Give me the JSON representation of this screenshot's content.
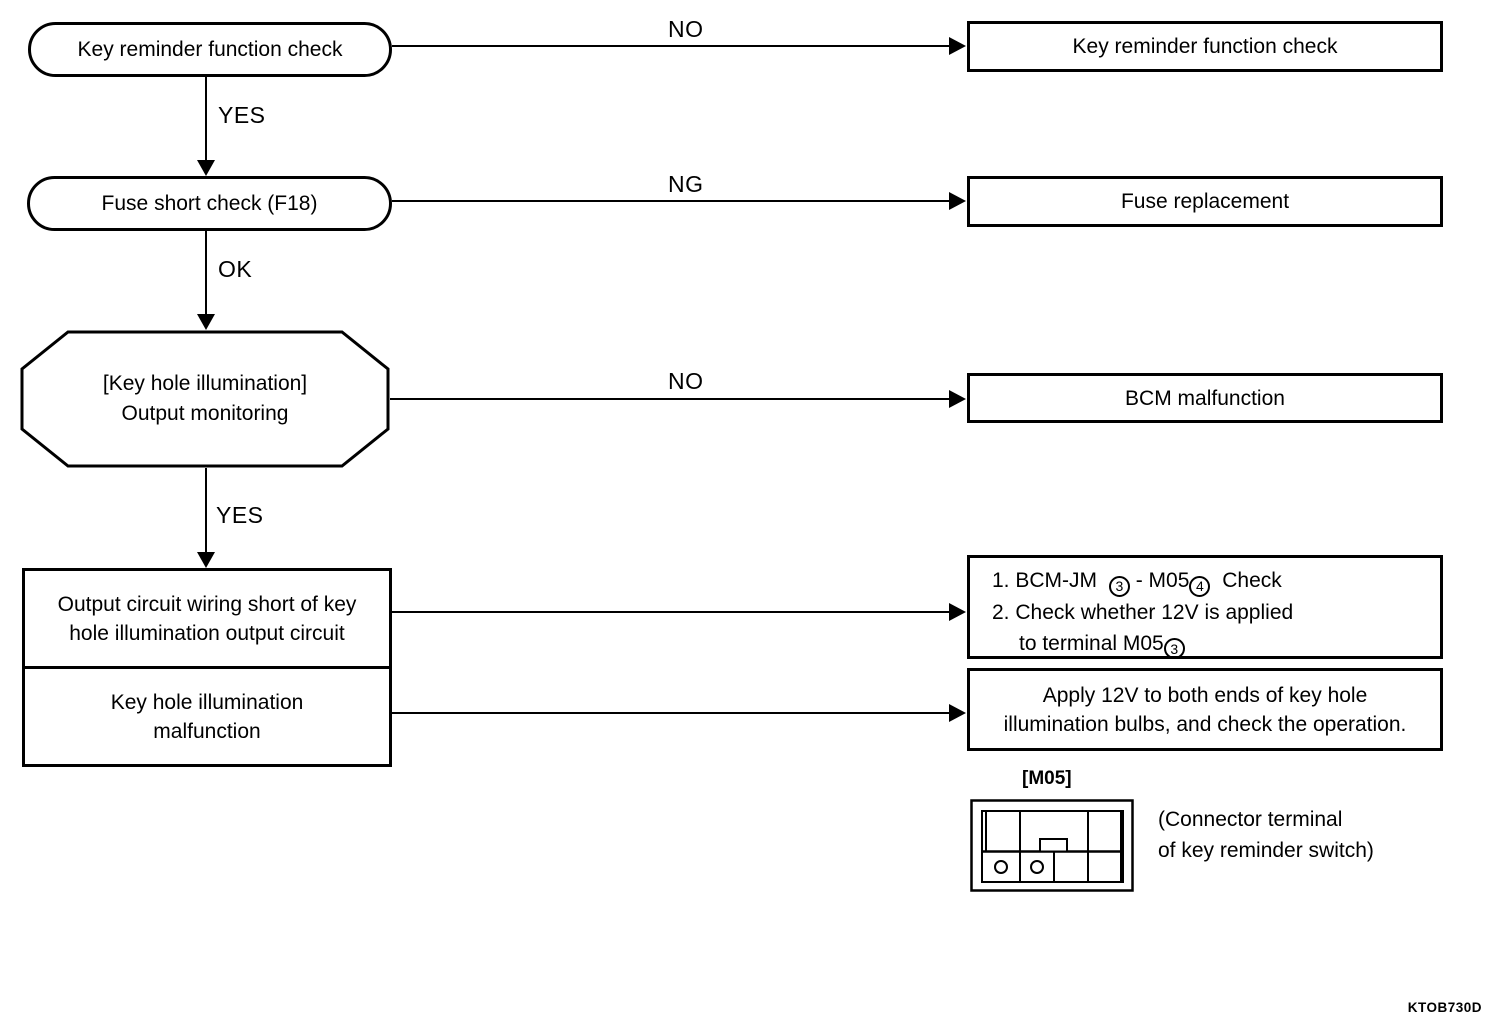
{
  "flowchart": {
    "steps": {
      "key_reminder_check": "Key reminder function check",
      "fuse_short_check": "Fuse short check (F18)",
      "output_monitoring_line1": "[Key hole illumination]",
      "output_monitoring_line2": "Output monitoring",
      "wiring_short_line1": "Output circuit wiring short of key",
      "wiring_short_line2": "hole illumination output circuit",
      "keyhole_malfunction_line1": "Key hole illumination",
      "keyhole_malfunction_line2": "malfunction"
    },
    "branch_labels": {
      "no1": "NO",
      "yes1": "YES",
      "ng": "NG",
      "ok": "OK",
      "no2": "NO",
      "yes2": "YES"
    },
    "actions": {
      "key_reminder_check": "Key reminder function check",
      "fuse_replacement": "Fuse replacement",
      "bcm_malfunction": "BCM malfunction",
      "bcm_check": {
        "line1_pre": "1. BCM-JM",
        "line1_circle1": "3",
        "line1_mid": "- M05",
        "line1_circle2": "4",
        "line1_post": "Check",
        "line2": "2. Check whether 12V is applied",
        "line3_pre": "to terminal M05",
        "line3_circle": "3"
      },
      "apply_12v_line1": "Apply 12V to both ends of key hole",
      "apply_12v_line2": "illumination bulbs, and check the operation."
    },
    "connector": {
      "title": "[M05]",
      "caption_line1": "(Connector terminal",
      "caption_line2": "of key reminder switch)"
    },
    "figure_code": "KTOB730D"
  }
}
